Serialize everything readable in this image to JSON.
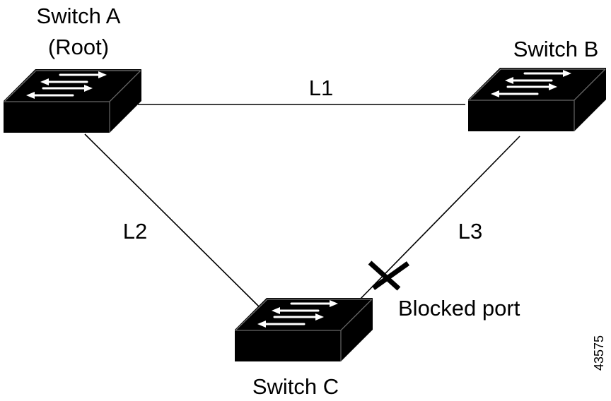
{
  "switches": {
    "a": {
      "name": "Switch A",
      "role": "(Root)"
    },
    "b": {
      "name": "Switch B"
    },
    "c": {
      "name": "Switch C"
    }
  },
  "links": {
    "l1": "L1",
    "l2": "L2",
    "l3": "L3"
  },
  "blocked_port_label": "Blocked port",
  "figure_id": "43575",
  "colors": {
    "switch_fill": "#000000",
    "link": "#000000",
    "arrow": "#ffffff"
  },
  "icons": {
    "switch": "switch-icon",
    "blocked": "blocked-x-icon"
  }
}
